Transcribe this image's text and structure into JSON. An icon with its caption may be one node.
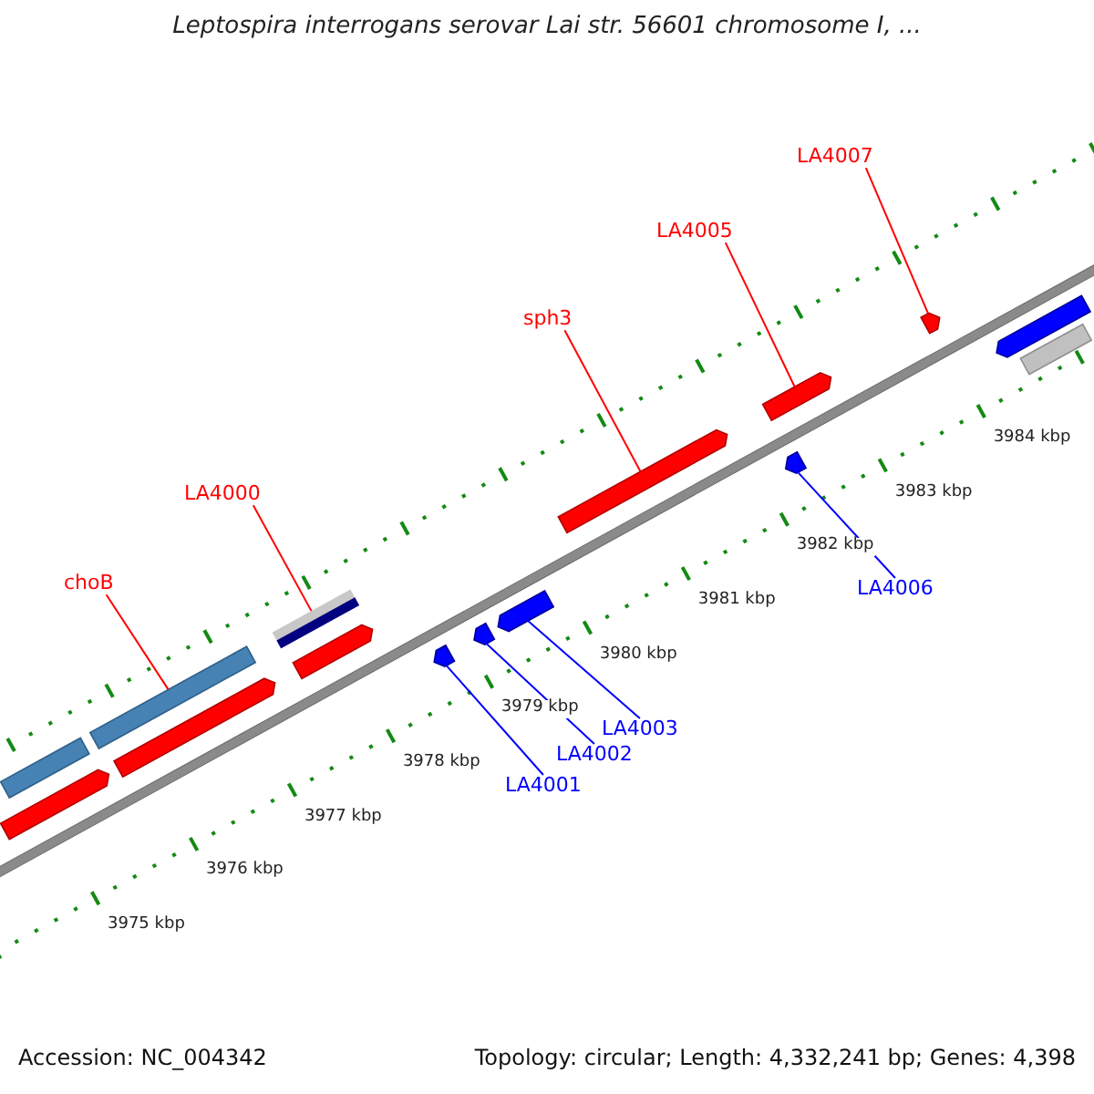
{
  "diagram": {
    "title": "Leptospira interrogans serovar Lai str. 56601 chromosome I, ...",
    "nodes": [
      {
        "text": [
          "LA4007"
        ]
      },
      {
        "text": [
          "LA4005"
        ]
      },
      {
        "text": [
          "sph3"
        ]
      },
      {
        "text": [
          "LA4000"
        ]
      },
      {
        "text": [
          "choB"
        ]
      },
      {
        "text": [
          "LA4006"
        ]
      },
      {
        "text": [
          "LA4003"
        ]
      },
      {
        "text": [
          "LA4002"
        ]
      },
      {
        "text": [
          "LA4001"
        ]
      },
      {
        "text": [],
        "shape": "bar"
      },
      {
        "text": [],
        "shape": "arrow"
      },
      {
        "text": [],
        "shape": "bar"
      },
      {
        "text": [],
        "shape": "arrow"
      },
      {
        "text": [],
        "shape": "bar"
      },
      {
        "text": [],
        "shape": "arrow"
      },
      {
        "text": [],
        "shape": "arrow"
      },
      {
        "text": [],
        "shape": "arrow"
      },
      {
        "text": [],
        "shape": "arrow"
      },
      {
        "text": [],
        "shape": "arrow"
      },
      {
        "text": [],
        "shape": "arrow"
      },
      {
        "text": [],
        "shape": "arrow"
      },
      {
        "text": [],
        "shape": "arrow"
      },
      {
        "text": [],
        "shape": "arrow"
      },
      {
        "text": [],
        "shape": "bar"
      }
    ],
    "edges": [
      {
        "from": 0,
        "to": 21,
        "arrow": "none"
      },
      {
        "from": 1,
        "to": 20,
        "arrow": "none"
      },
      {
        "from": 2,
        "to": 18,
        "arrow": "none"
      },
      {
        "from": 3,
        "to": 13,
        "arrow": "none"
      },
      {
        "from": 4,
        "to": 11,
        "arrow": "none"
      },
      {
        "from": 5,
        "to": 19,
        "arrow": "none",
        "color": "#0000ff"
      },
      {
        "from": 6,
        "to": 17,
        "arrow": "none",
        "color": "#0000ff"
      },
      {
        "from": 7,
        "to": 16,
        "arrow": "none",
        "color": "#0000ff"
      },
      {
        "from": 8,
        "to": 15,
        "arrow": "none",
        "color": "#0000ff"
      }
    ],
    "labels": [
      "3975 kbp",
      "3976 kbp",
      "3977 kbp",
      "3978 kbp",
      "3979 kbp",
      "3980 kbp",
      "3981 kbp",
      "3982 kbp",
      "3983 kbp",
      "3984 kbp",
      "Accession: NC_004342",
      "Topology: circular; Length: 4,332,241 bp; Genes: 4,398"
    ]
  }
}
